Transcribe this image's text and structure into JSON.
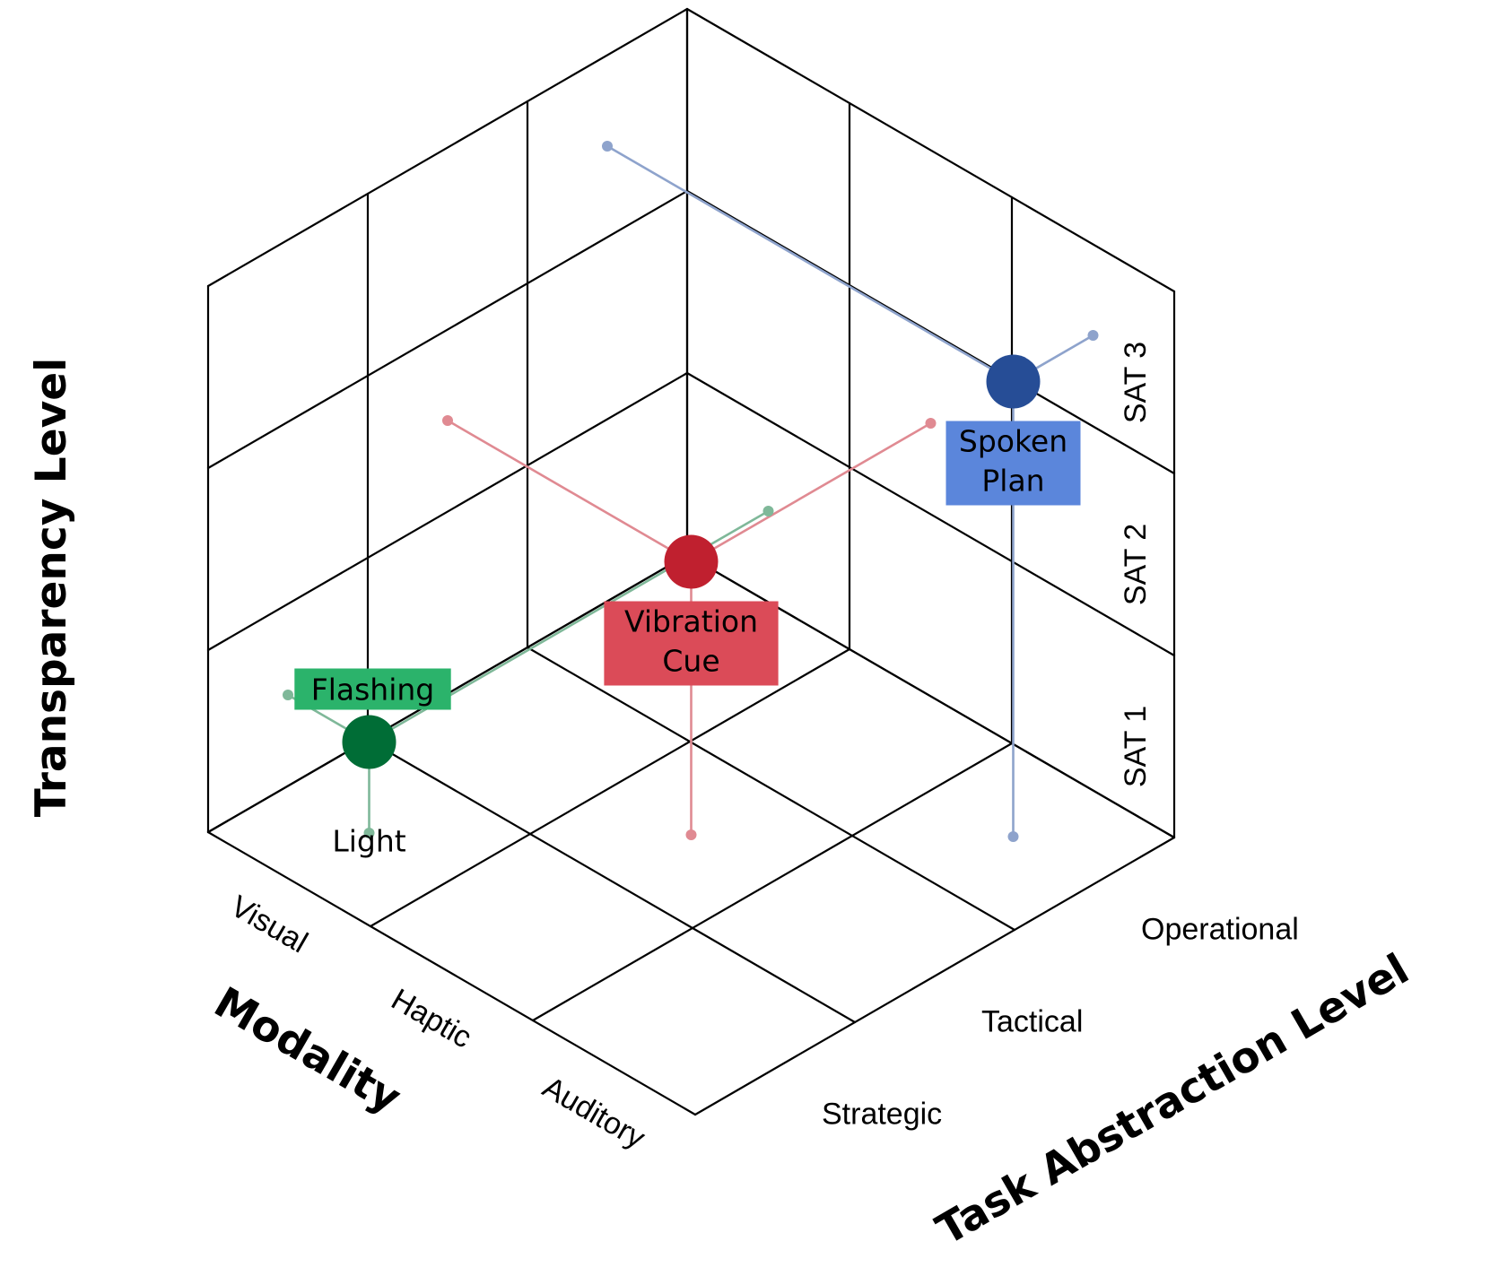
{
  "chart_data": {
    "type": "scatter",
    "projection": "isometric-3d",
    "axes": {
      "x": {
        "label": "Modality",
        "ticks": [
          "Auditory",
          "Haptic",
          "Visual"
        ]
      },
      "y": {
        "label": "Task Abstraction Level",
        "ticks": [
          "Strategic",
          "Tactical",
          "Operational"
        ]
      },
      "z": {
        "label": "Transparency Level",
        "ticks": [
          "SAT 1",
          "SAT 2",
          "SAT 3"
        ]
      }
    },
    "grid": true,
    "points": [
      {
        "label": "Spoken Plan",
        "modality": "Auditory",
        "task": "Operational",
        "transparency": "SAT 3",
        "color": "#264d96",
        "label_color": "#5b86db",
        "stem_color": "#8ea3cc"
      },
      {
        "label": "Vibration Cue",
        "modality": "Haptic",
        "task": "Tactical",
        "transparency": "SAT 2",
        "color": "#c0202f",
        "label_color": "#db4b58",
        "stem_color": "#e08a92"
      },
      {
        "label": "Flashing Light",
        "modality": "Visual",
        "task": "Strategic",
        "transparency": "SAT 1",
        "color": "#006d36",
        "label_color": "#2bb36b",
        "stem_color": "#7fb899"
      }
    ]
  }
}
